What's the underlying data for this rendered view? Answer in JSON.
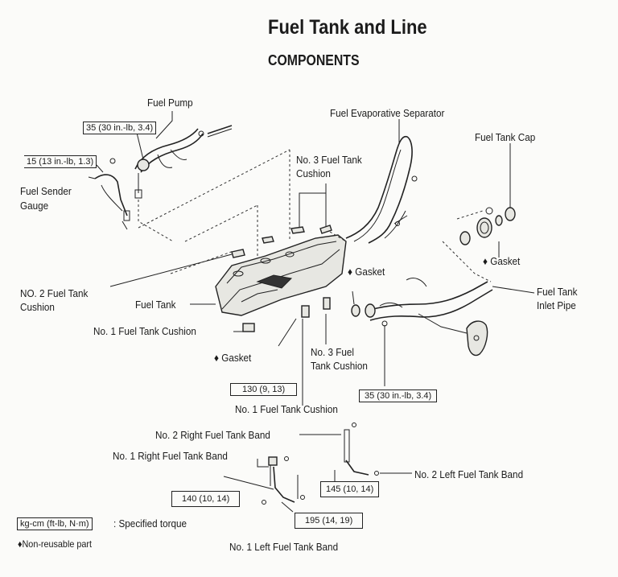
{
  "title": "Fuel Tank and Line",
  "subtitle": "COMPONENTS",
  "labels": {
    "fuel_pump": "Fuel Pump",
    "fuel_sender_gauge_1": "Fuel Sender",
    "fuel_sender_gauge_2": "Gauge",
    "fuel_evaporative_separator": "Fuel Evaporative Separator",
    "fuel_tank_cap": "Fuel Tank Cap",
    "no3_cushion_top_1": "No. 3 Fuel Tank",
    "no3_cushion_top_2": "Cushion",
    "gasket_right": "Gasket",
    "gasket_upper": "Gasket",
    "gasket_lower": "Gasket",
    "no2_cushion_1": "NO. 2 Fuel Tank",
    "no2_cushion_2": "Cushion",
    "fuel_tank": "Fuel Tank",
    "fuel_tank_inlet_pipe_1": "Fuel Tank",
    "fuel_tank_inlet_pipe_2": "Inlet Pipe",
    "no1_cushion_left": "No. 1 Fuel Tank Cushion",
    "no3_cushion_low_1": "No. 3 Fuel",
    "no3_cushion_low_2": "Tank Cushion",
    "no1_cushion_bottom": "No. 1 Fuel Tank Cushion",
    "no2_right_band": "No. 2 Right Fuel Tank Band",
    "no1_right_band": "No. 1 Right Fuel Tank Band",
    "no2_left_band": "No. 2 Left Fuel Tank Band",
    "no1_left_band": "No. 1 Left Fuel Tank Band"
  },
  "torques": {
    "pump": "35 (30 in.-lb, 3.4)",
    "sender": "15 (13 in.-lb, 1.3)",
    "tank_bolt": "130 (9, 13)",
    "inlet": "35 (30 in.-lb, 3.4)",
    "band_no2": "145 (10, 14)",
    "band_no1": "140 (10, 14)",
    "band_left": "195 (14, 19)"
  },
  "legend": {
    "unit_box": "kg-cm (ft-lb, N·m)",
    "unit_text": ": Specified torque",
    "non_reusable_symbol": "♦",
    "non_reusable_text": "Non-reusable part",
    "gasket_symbol": "♦"
  }
}
